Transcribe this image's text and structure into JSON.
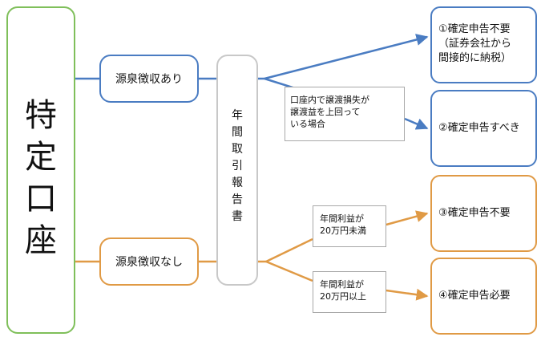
{
  "colors": {
    "blue": "#4a7cc2",
    "orange": "#e09a45",
    "green": "#7fbf5a",
    "gray": "#a8a8a8"
  },
  "main": {
    "chars": [
      "特",
      "定",
      "口",
      "座"
    ]
  },
  "withholding": {
    "yes": "源泉徴収あり",
    "no": "源泉徴収なし"
  },
  "report": {
    "chars": [
      "年",
      "間",
      "取",
      "引",
      "報",
      "告",
      "書"
    ]
  },
  "conditions": {
    "loss": [
      "口座内で譲渡損失が",
      "譲渡益を上回って",
      "いる場合"
    ],
    "under": [
      "年間利益が",
      "20万円未満"
    ],
    "over": [
      "年間利益が",
      "20万円以上"
    ]
  },
  "results": {
    "r1": [
      "①確定申告不要",
      "（証券会社から",
      "間接的に納税）"
    ],
    "r2": "②確定申告すべき",
    "r3": "③確定申告不要",
    "r4": "④確定申告必要"
  }
}
